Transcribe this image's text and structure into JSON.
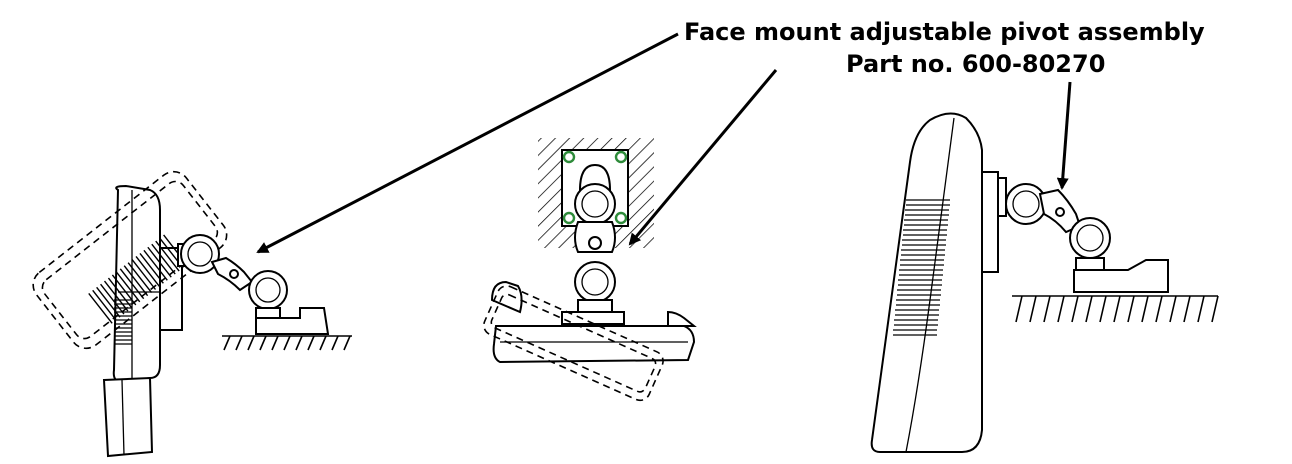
{
  "callout": {
    "title": "Face mount adjustable pivot assembly",
    "part_number": "Part no. 600-80270"
  },
  "colors": {
    "ink": "#000000",
    "background": "#ffffff",
    "screw_highlight": "#2e8b3a"
  },
  "views": [
    {
      "name": "left-view",
      "description_icon": "display-tilted-with-pivot"
    },
    {
      "name": "center-view",
      "description_icon": "display-top-with-pivot"
    },
    {
      "name": "right-view",
      "description_icon": "display-side-with-pivot"
    }
  ]
}
